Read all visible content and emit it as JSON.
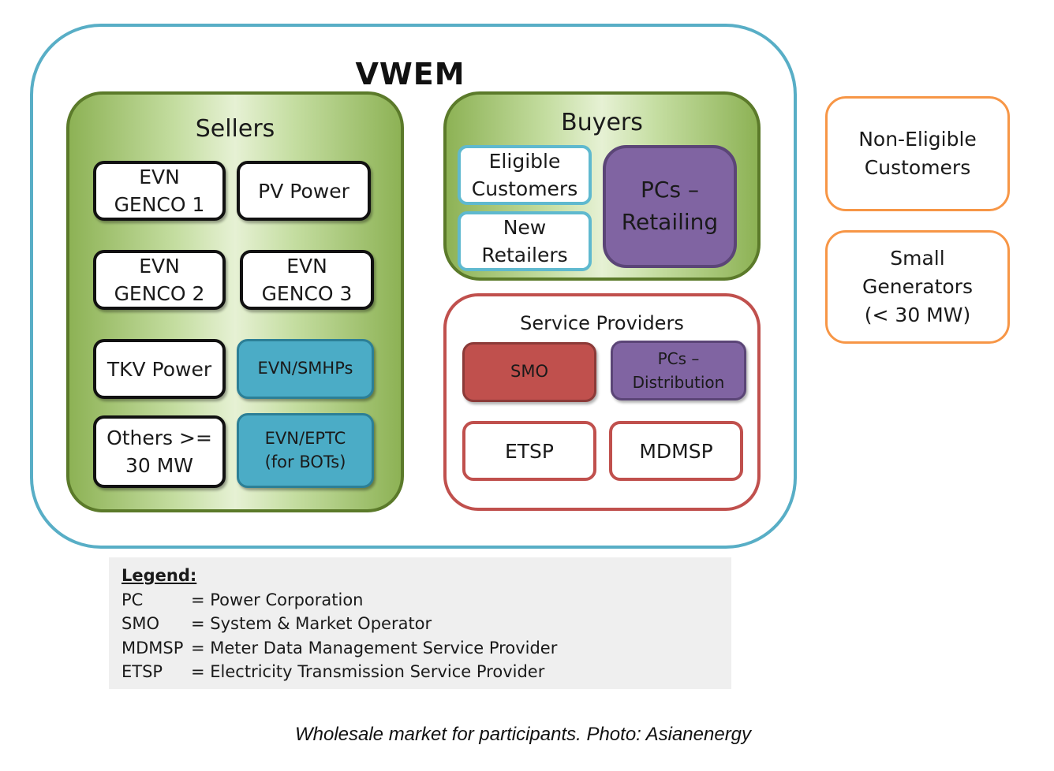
{
  "title": "VWEM",
  "sellers": {
    "title": "Sellers",
    "items": [
      {
        "label": "EVN\nGENCO 1"
      },
      {
        "label": "PV Power"
      },
      {
        "label": "EVN\nGENCO 2"
      },
      {
        "label": "EVN\nGENCO 3"
      },
      {
        "label": "TKV Power"
      },
      {
        "label": "EVN/SMHPs"
      },
      {
        "label": "Others >=\n30 MW"
      },
      {
        "label": "EVN/EPTC\n(for BOTs)"
      }
    ]
  },
  "buyers": {
    "title": "Buyers",
    "items": [
      {
        "label": "Eligible\nCustomers"
      },
      {
        "label": "New\nRetailers"
      },
      {
        "label": "PCs –\nRetailing"
      }
    ]
  },
  "service_providers": {
    "title": "Service Providers",
    "items": [
      {
        "label": "SMO"
      },
      {
        "label": "PCs –\nDistribution"
      },
      {
        "label": "ETSP"
      },
      {
        "label": "MDMSP"
      }
    ]
  },
  "outside": [
    {
      "label": "Non-Eligible\nCustomers"
    },
    {
      "label": "Small\nGenerators\n(< 30 MW)"
    }
  ],
  "colors": {
    "vwem_border": "#58aec6",
    "group_green": "#8db255",
    "teal": "#4bacc6",
    "purple": "#8064a2",
    "red": "#c0504d",
    "orange": "#f79646"
  },
  "legend": {
    "title": "Legend:",
    "rows": [
      {
        "abbr": "PC",
        "definition": "= Power Corporation"
      },
      {
        "abbr": "SMO",
        "definition": "= System & Market Operator"
      },
      {
        "abbr": "MDMSP",
        "definition": "= Meter Data Management Service Provider"
      },
      {
        "abbr": "ETSP",
        "definition": "= Electricity Transmission Service Provider"
      }
    ]
  },
  "caption": "Wholesale market for participants. Photo: Asianenergy"
}
